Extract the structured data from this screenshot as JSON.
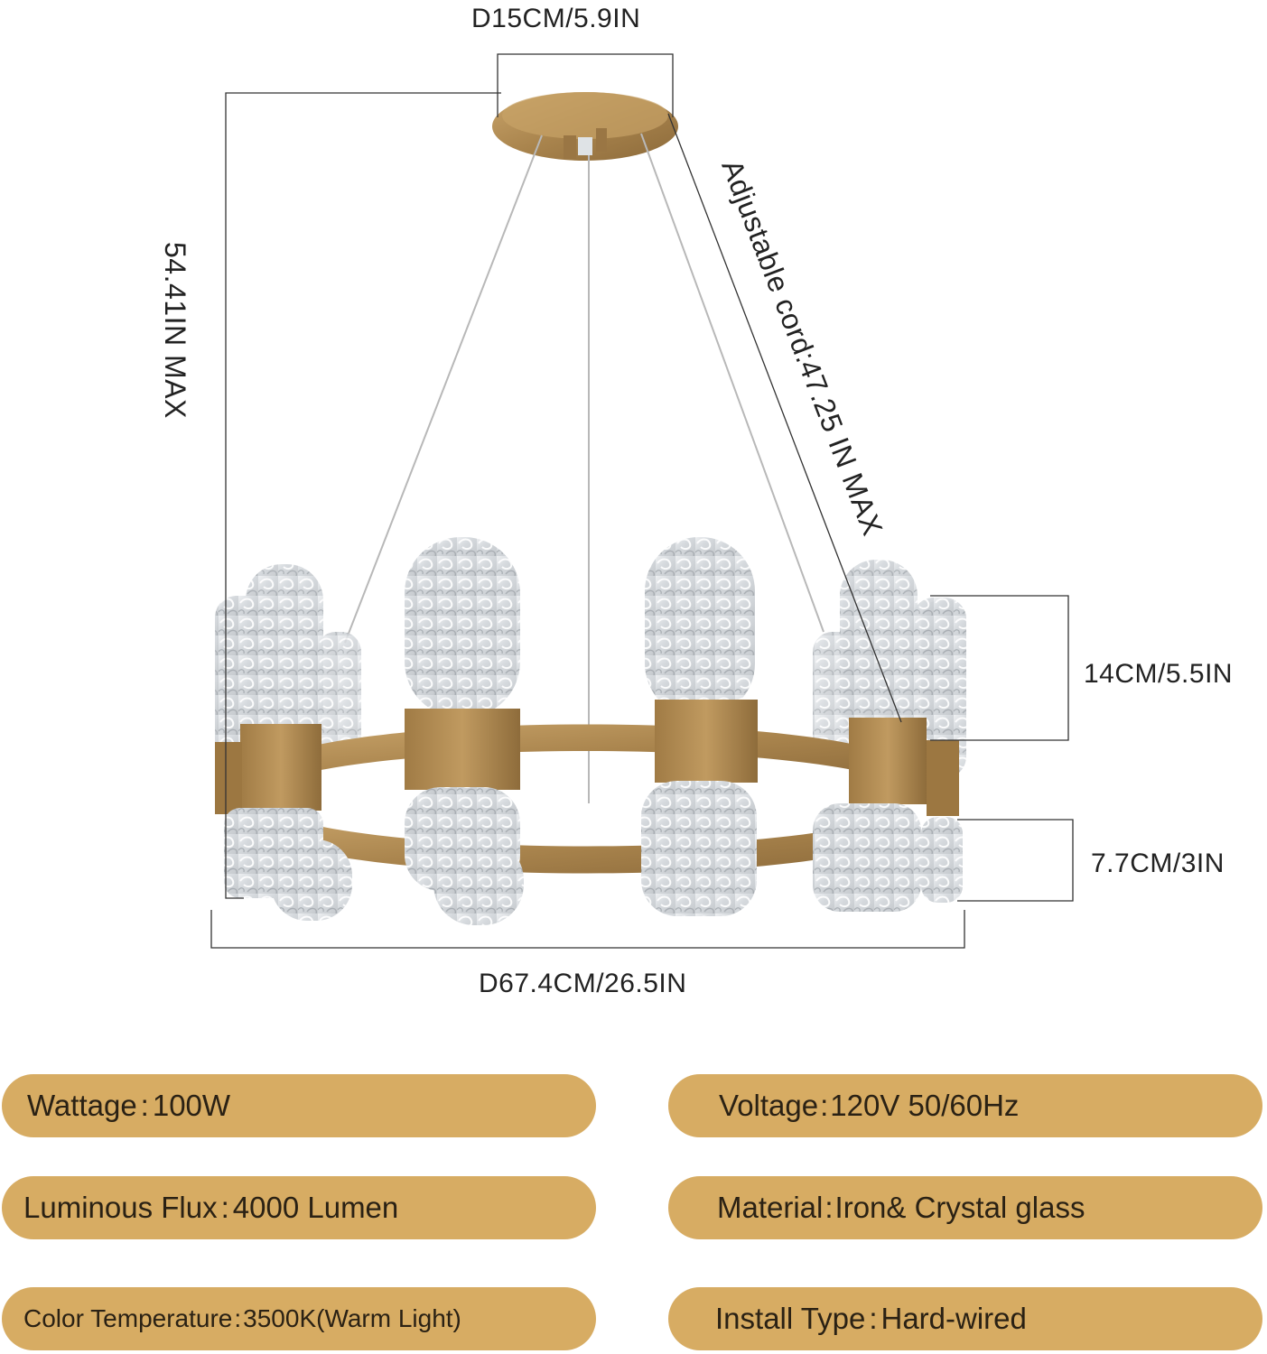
{
  "dimensions": {
    "canopy_diameter": "D15CM/5.9IN",
    "total_height": "54.41IN MAX",
    "cord": "Adjustable cord:47.25 IN MAX",
    "upper_crystal_height": "14CM/5.5IN",
    "lower_crystal_height": "7.7CM/3IN",
    "ring_diameter": "D67.4CM/26.5IN"
  },
  "specs": [
    {
      "label": "Wattage",
      "value": "100W"
    },
    {
      "label": "Voltage ",
      "value": " 120V 50/60Hz"
    },
    {
      "label": "Luminous Flux ",
      "value": "4000 Lumen"
    },
    {
      "label": "Material ",
      "value": " Iron& Crystal glass"
    },
    {
      "label": "Color Temperature ",
      "value": " 3500K(Warm Light)"
    },
    {
      "label": "Install Type ",
      "value": "Hard-wired"
    }
  ],
  "colors": {
    "pill_background": "#d7ac63",
    "brass": "#b08a52",
    "dimension_line": "#333333"
  }
}
